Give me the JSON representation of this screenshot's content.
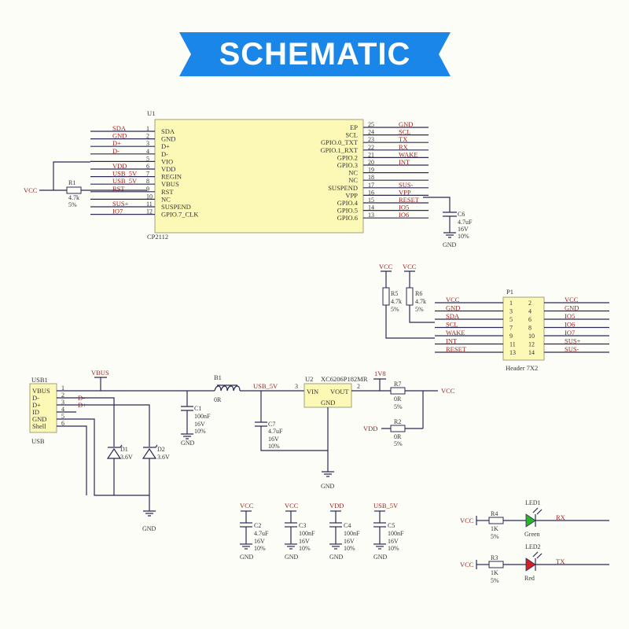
{
  "banner": {
    "title": "SCHEMATIC",
    "color": "#1a86e8"
  },
  "colors": {
    "wire": "#2a2a55",
    "net": "#9a2525",
    "component_fill": "#fcf9b6",
    "led_green": "#2bb52b",
    "led_red": "#d42020"
  },
  "u1": {
    "designator": "U1",
    "part": "CP2112",
    "left_pins": [
      {
        "num": "1",
        "name": "SDA",
        "net": "SDA"
      },
      {
        "num": "2",
        "name": "GND",
        "net": "GND"
      },
      {
        "num": "3",
        "name": "D+",
        "net": "D+"
      },
      {
        "num": "4",
        "name": "D-",
        "net": "D-"
      },
      {
        "num": "5",
        "name": "VIO",
        "net": ""
      },
      {
        "num": "6",
        "name": "VDD",
        "net": "VDD"
      },
      {
        "num": "7",
        "name": "REGIN",
        "net": "USB_5V"
      },
      {
        "num": "8",
        "name": "VBUS",
        "net": "USB_5V"
      },
      {
        "num": "9",
        "name": "RST",
        "net": "RST"
      },
      {
        "num": "10",
        "name": "NC",
        "net": ""
      },
      {
        "num": "11",
        "name": "SUSPEND",
        "net": "SUS+"
      },
      {
        "num": "12",
        "name": "GPIO.7_CLK",
        "net": "IO7"
      }
    ],
    "right_pins": [
      {
        "num": "25",
        "name": "EP",
        "net": "GND"
      },
      {
        "num": "24",
        "name": "SCL",
        "net": "SCL"
      },
      {
        "num": "23",
        "name": "GPIO.0_TXT",
        "net": "TX"
      },
      {
        "num": "22",
        "name": "GPIO.1_RXT",
        "net": "RX"
      },
      {
        "num": "21",
        "name": "GPIO.2",
        "net": "WAKE"
      },
      {
        "num": "20",
        "name": "GPIO.3",
        "net": "INT"
      },
      {
        "num": "19",
        "name": "NC",
        "net": ""
      },
      {
        "num": "18",
        "name": "NC",
        "net": ""
      },
      {
        "num": "17",
        "name": "SUSPEND",
        "net": "SUS-"
      },
      {
        "num": "16",
        "name": "VPP",
        "net": "VPP"
      },
      {
        "num": "15",
        "name": "GPIO.4",
        "net": "RESET"
      },
      {
        "num": "14",
        "name": "GPIO.5",
        "net": "IO5"
      },
      {
        "num": "13",
        "name": "GPIO.6",
        "net": "IO6"
      }
    ],
    "vcc": "VCC",
    "r1": {
      "ref": "R1",
      "value": "4.7k",
      "tol": "5%"
    },
    "c6": {
      "ref": "C6",
      "value": "4.7uF",
      "volt": "16V",
      "tol": "10%"
    },
    "gnd": "GND"
  },
  "header": {
    "designator": "P1",
    "part": "Header 7X2",
    "r5": {
      "ref": "R5",
      "value": "4.7k",
      "tol": "5%"
    },
    "r6": {
      "ref": "R6",
      "value": "4.7k",
      "tol": "5%"
    },
    "vcc": "VCC",
    "rows": [
      {
        "left_net": "VCC",
        "a": "1",
        "b": "2",
        "right_net": "VCC"
      },
      {
        "left_net": "GND",
        "a": "3",
        "b": "4",
        "right_net": "GND"
      },
      {
        "left_net": "SDA",
        "a": "5",
        "b": "6",
        "right_net": "IO5"
      },
      {
        "left_net": "SCL",
        "a": "7",
        "b": "8",
        "right_net": "IO6"
      },
      {
        "left_net": "WAKE",
        "a": "9",
        "b": "10",
        "right_net": "IO7"
      },
      {
        "left_net": "INT",
        "a": "11",
        "b": "12",
        "right_net": "SUS+"
      },
      {
        "left_net": "RESET",
        "a": "13",
        "b": "14",
        "right_net": "SUS-"
      }
    ]
  },
  "power": {
    "usb1": "USB1",
    "usb_label": "USB",
    "usb_pins": [
      {
        "num": "1",
        "name": "VBUS",
        "net": ""
      },
      {
        "num": "2",
        "name": "D-",
        "net": "D-"
      },
      {
        "num": "3",
        "name": "D+",
        "net": "D+"
      },
      {
        "num": "4",
        "name": "ID",
        "net": ""
      },
      {
        "num": "5",
        "name": "GND",
        "net": ""
      },
      {
        "num": "6",
        "name": "Shell",
        "net": ""
      }
    ],
    "vbus": "VBUS",
    "d1": {
      "ref": "D1",
      "value": "3.6V"
    },
    "d2": {
      "ref": "D2",
      "value": "3.6V"
    },
    "gnd": "GND",
    "c1": {
      "ref": "C1",
      "value": "100nF",
      "volt": "16V",
      "tol": "10%"
    },
    "b1": {
      "ref": "B1",
      "value": "0R"
    },
    "usb5v": "USB_5V",
    "c7": {
      "ref": "C7",
      "value": "4.7uF",
      "volt": "16V",
      "tol": "10%"
    },
    "u2": {
      "ref": "U2",
      "part": "XC6206P182MR",
      "vin": "VIN",
      "vout": "VOUT",
      "gnd": "GND",
      "pin_in": "3",
      "pin_out": "2"
    },
    "v18": "1V8",
    "r7": {
      "ref": "R7",
      "value": "0R",
      "tol": "5%"
    },
    "r2": {
      "ref": "R2",
      "value": "0R",
      "tol": "5%"
    },
    "vcc": "VCC",
    "vdd": "VDD"
  },
  "decoupling": [
    {
      "rail": "VCC",
      "ref": "C2",
      "value": "4.7uF",
      "volt": "16V",
      "tol": "10%",
      "gnd": "GND"
    },
    {
      "rail": "VCC",
      "ref": "C3",
      "value": "100nF",
      "volt": "16V",
      "tol": "10%",
      "gnd": "GND"
    },
    {
      "rail": "VDD",
      "ref": "C4",
      "value": "100nF",
      "volt": "16V",
      "tol": "10%",
      "gnd": "GND"
    },
    {
      "rail": "USB_5V",
      "ref": "C5",
      "value": "100nF",
      "volt": "16V",
      "tol": "10%",
      "gnd": "GND"
    }
  ],
  "leds": [
    {
      "vcc": "VCC",
      "r_ref": "R4",
      "r_value": "1K",
      "r_tol": "5%",
      "ref": "LED1",
      "color_name": "Green",
      "net": "RX"
    },
    {
      "vcc": "VCC",
      "r_ref": "R3",
      "r_value": "1K",
      "r_tol": "5%",
      "ref": "LED2",
      "color_name": "Red",
      "net": "TX"
    }
  ]
}
